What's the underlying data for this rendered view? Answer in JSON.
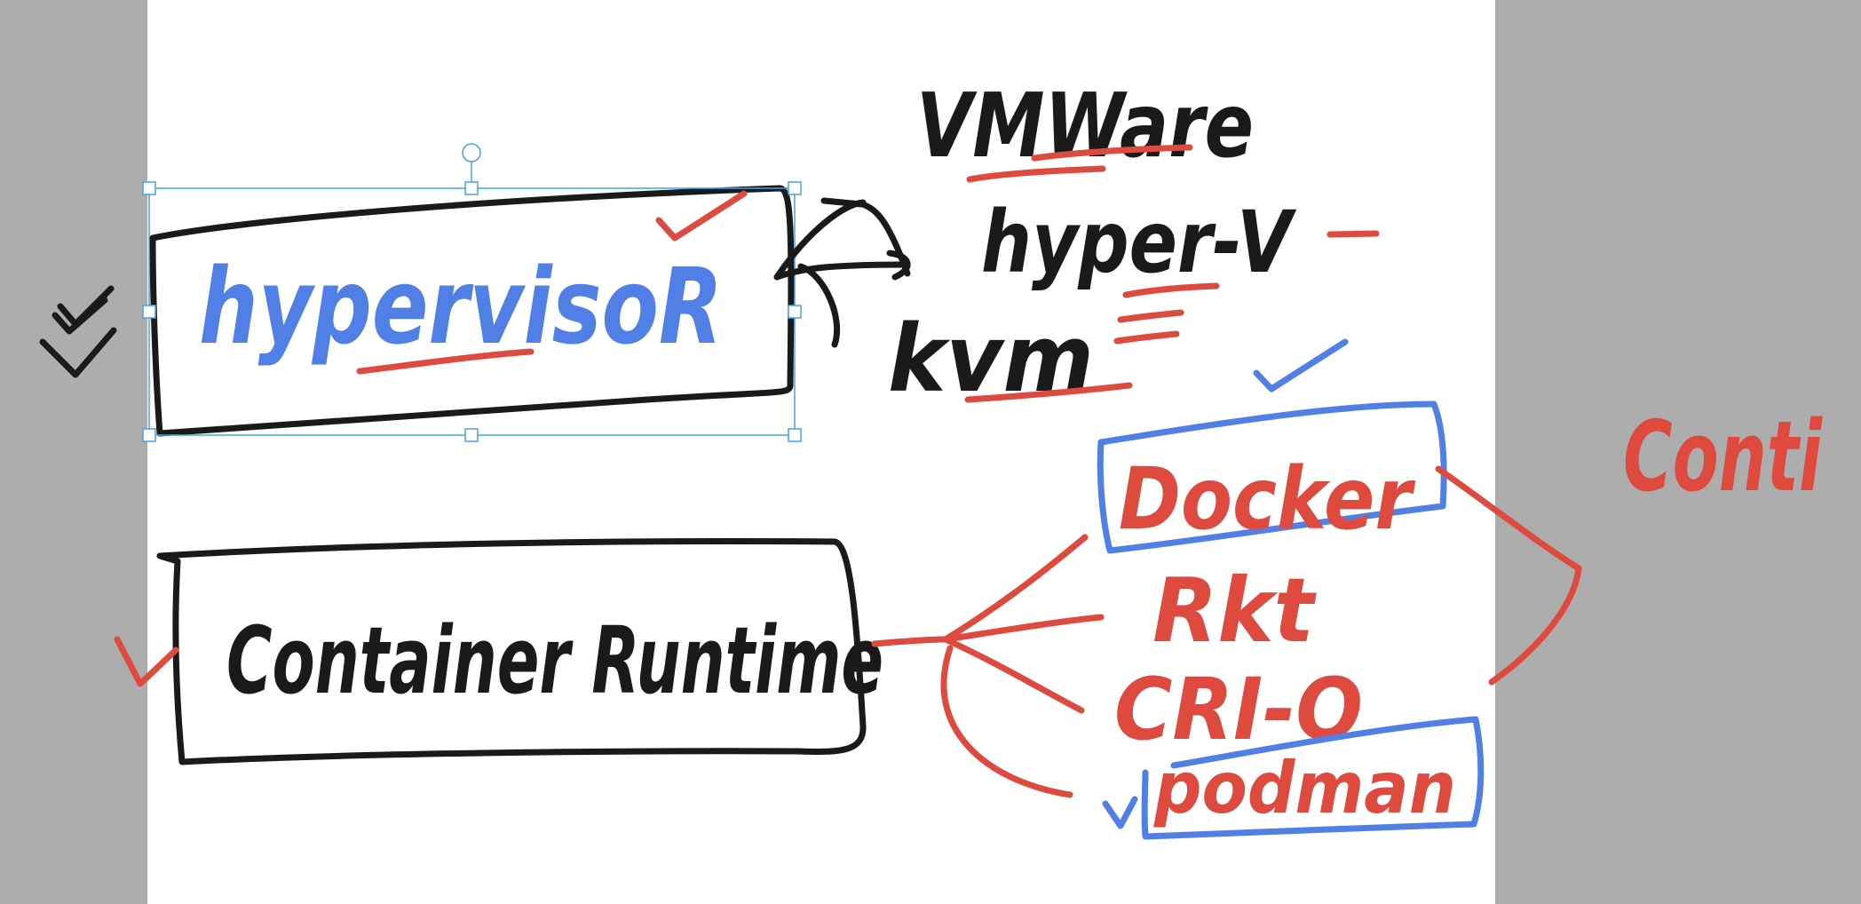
{
  "labels": {
    "hypervisor": "hypervisoR",
    "vmware": "VMWare",
    "hyper_v": "hyper-V",
    "kvm": "kvm",
    "container_runtime": "Container Runtime",
    "docker": "Docker",
    "rkt": "Rkt",
    "cri_o": "CRI-O",
    "podman": "podman",
    "conti": "Conti"
  },
  "colors": {
    "canvas": "#ffffff",
    "background": "#adadad",
    "ink_black": "#1a1a1a",
    "ink_blue": "#5080e6",
    "ink_red": "#de4a3e",
    "selection": "#4aa0e6"
  },
  "selection": {
    "target": "hypervisor-box",
    "has_rotate_handle": true
  }
}
